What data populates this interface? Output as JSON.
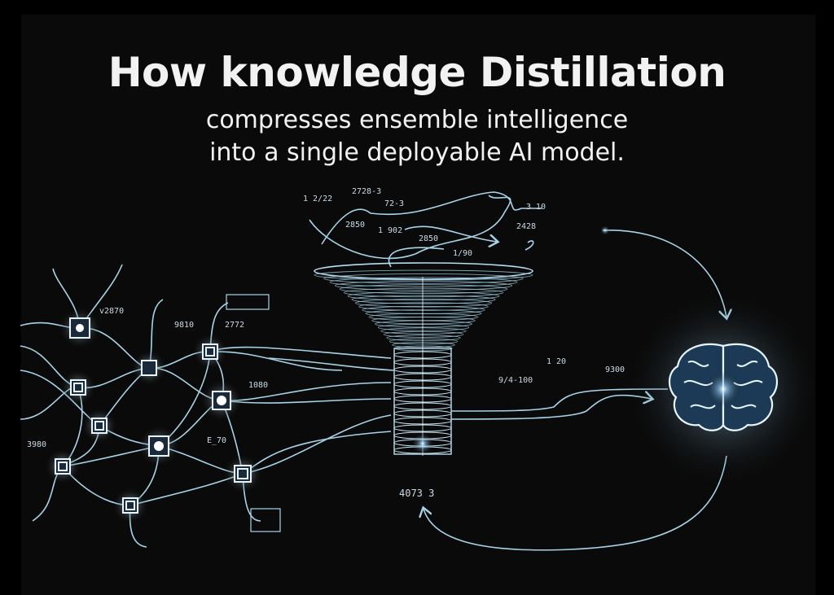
{
  "title": "How knowledge Distillation",
  "subtitle_line1": "compresses ensemble intelligence",
  "subtitle_line2": "into a single deployable AI model.",
  "colors": {
    "background": "#0a0a0a",
    "glow": "#bfe6ff",
    "wire": "#a8d4e8",
    "text": "#f2f2f2"
  },
  "icons": {
    "teacher_network": "neural-network-nodes",
    "funnel": "distillation-funnel",
    "student": "brain-icon"
  },
  "labels": {
    "funnel_value": "4073 3",
    "net_a": "2772",
    "net_b": "E_70",
    "net_c": "3980",
    "net_d": "1080",
    "net_e": "9810",
    "net_f": "v2870",
    "top_a": "1 2/22",
    "top_b": "2728-3",
    "top_c": "72-3",
    "top_d": "2850",
    "top_e": "1 902",
    "top_f": "2850",
    "top_g": "1/90",
    "top_h": "3 10",
    "top_i": "2428",
    "right_a": "9300",
    "right_b": "1 20",
    "right_c": "9/4-100"
  }
}
